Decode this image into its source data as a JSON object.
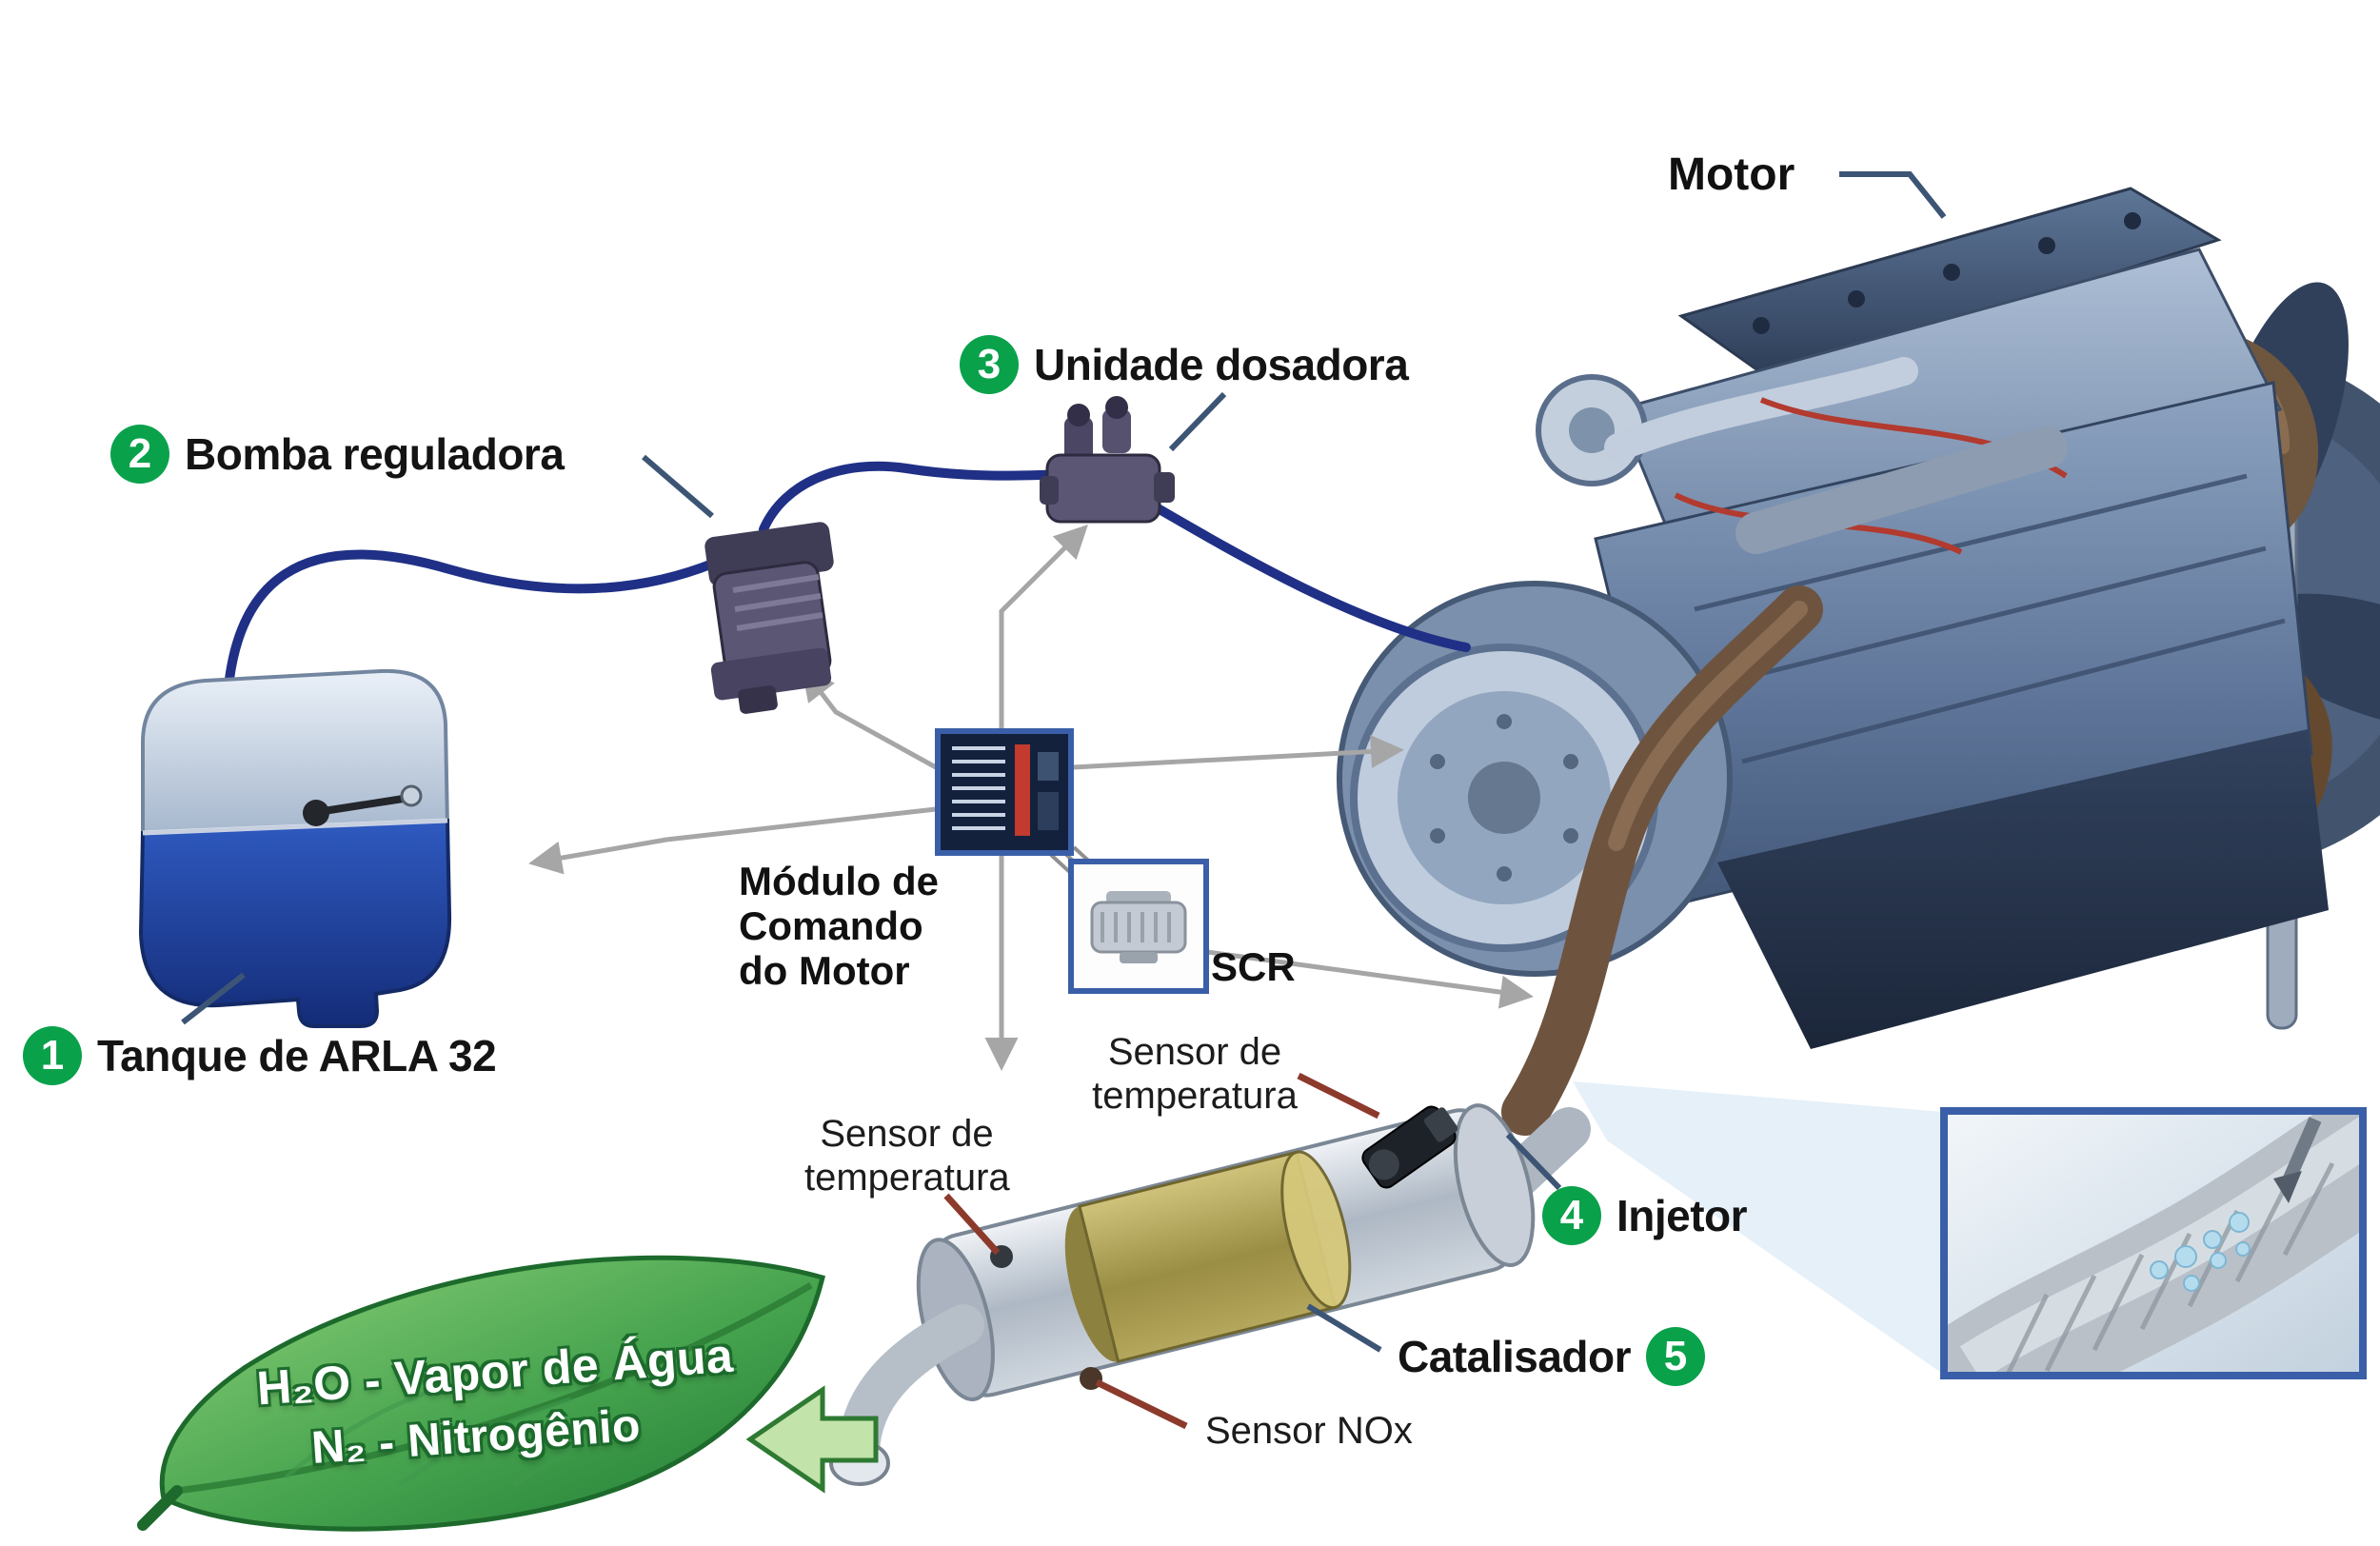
{
  "badges": {
    "one": "1",
    "two": "2",
    "three": "3",
    "four": "4",
    "five": "5"
  },
  "labels": {
    "motor": "Motor",
    "tank": "Tanque de ARLA 32",
    "pump": "Bomba reguladora",
    "dosing": "Unidade dosadora",
    "injector": "Injetor",
    "catalyst": "Catalisador",
    "ecu": {
      "l1": "Módulo de",
      "l2": "Comando",
      "l3": "do Motor"
    },
    "scr": "SCR",
    "temp_sensor_upper": {
      "l1": "Sensor de",
      "l2": "temperatura"
    },
    "temp_sensor_lower": {
      "l1": "Sensor de",
      "l2": "temperatura"
    },
    "nox_sensor": "Sensor NOx"
  },
  "leaf": {
    "l1": "H₂O - Vapor de Água",
    "l2": "N₂ - Nitrogênio"
  },
  "colors": {
    "badge_green": "#0aa14b",
    "tube_blue": "#1f3086",
    "signal_gray": "#a6a6a6",
    "pointer_slate": "#3d5575",
    "pointer_maroon": "#8c3a2c",
    "leaf_green": "#2e8b3a",
    "catalyst_gold": "#b0a352",
    "inset_border": "#3a5fa8"
  },
  "icons": {
    "ecu_module": "ecu-module-icon",
    "scr_connector": "scr-connector-icon",
    "leaf": "leaf-icon",
    "clean_exhaust_arrow": "left-block-arrow-icon"
  }
}
